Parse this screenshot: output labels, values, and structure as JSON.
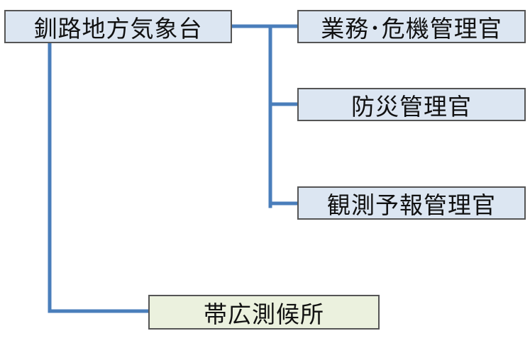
{
  "org_chart": {
    "root": {
      "label": "釧路地方気象台"
    },
    "managers": [
      {
        "label": "業務･危機管理官"
      },
      {
        "label": "防災管理官"
      },
      {
        "label": "観測予報管理官"
      }
    ],
    "branch": {
      "label": "帯広測候所"
    }
  },
  "colors": {
    "connector": "#4a7ebb",
    "manager_box_fill": "#dce6f2",
    "branch_box_fill": "#ebf1de",
    "box_border": "#555555"
  }
}
